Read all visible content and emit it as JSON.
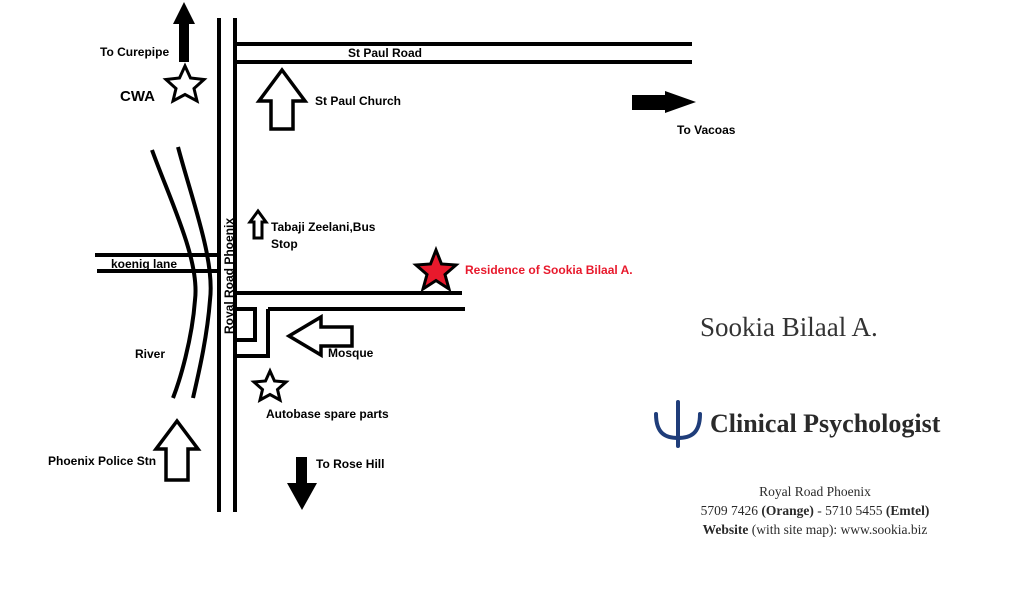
{
  "labels": {
    "to_curepipe": "To Curepipe",
    "cwa": "CWA",
    "st_paul_road": "St Paul Road",
    "st_paul_church": "St Paul Church",
    "to_vacoas": "To Vacoas",
    "tabaji_line1": "Tabaji Zeelani,Bus",
    "tabaji_line2": "Stop",
    "koenig_lane": "koenig  lane",
    "royal_road": "Royal Road Phoenix",
    "residence": "Residence of Sookia Bilaal A.",
    "river": "River",
    "mosque": "Mosque",
    "autobase": "Autobase spare parts",
    "police": "Phoenix Police Stn",
    "to_rose_hill": "To Rose Hill"
  },
  "card": {
    "name": "Sookia Bilaal A.",
    "title": "Clinical Psychologist",
    "address": "Royal Road Phoenix",
    "phone_orange": "5709 7426",
    "orange_label": "(Orange)",
    "phone_sep": " - ",
    "phone_emtel": "5710 5455",
    "emtel_label": "(Emtel)",
    "website_label": "Website",
    "website_rest": "(with site map): www.sookia.biz"
  },
  "colors": {
    "line": "#000000",
    "residence_star": "#e8192c",
    "psi_logo": "#1f3d7a"
  },
  "icons": [
    "north-arrow-icon",
    "east-arrow-icon",
    "south-arrow-icon",
    "west-arrow-icon",
    "star-icon",
    "psi-icon"
  ]
}
